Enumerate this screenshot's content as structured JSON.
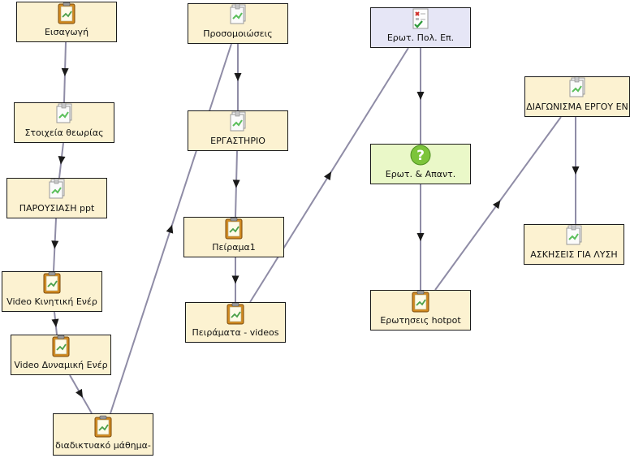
{
  "diagram": {
    "colors": {
      "node_fill": "#fcf2d1",
      "gate_fill": "#e6e6f6",
      "qa_fill": "#eaf8c8",
      "edge": "#8f8ca6",
      "arrow": "#1a1a1a"
    },
    "nodes": [
      {
        "id": "n1",
        "label": "Εισαγωγή",
        "icon": "lesson-icon"
      },
      {
        "id": "n2",
        "label": "Στοιχεία θεωρίας",
        "icon": "resource-icon"
      },
      {
        "id": "n3",
        "label": "ΠΑΡΟΥΣΙΑΣΗ ppt",
        "icon": "resource-icon"
      },
      {
        "id": "n4",
        "label": "Video Κινητική Ενέρ",
        "icon": "lesson-icon"
      },
      {
        "id": "n5",
        "label": "Video Δυναμική Ενέρ",
        "icon": "lesson-icon"
      },
      {
        "id": "n6",
        "label": "διαδικτυακό μάθημα-",
        "icon": "lesson-icon"
      },
      {
        "id": "n7",
        "label": "Προσομοιώσεις",
        "icon": "resource-icon"
      },
      {
        "id": "n8",
        "label": "ΕΡΓΑΣΤΗΡΙΟ",
        "icon": "resource-icon"
      },
      {
        "id": "n9",
        "label": "Πείραμα1",
        "icon": "lesson-icon"
      },
      {
        "id": "n10",
        "label": "Πειράματα - videos",
        "icon": "lesson-icon"
      },
      {
        "id": "n11",
        "label": "Ερωτ. Πολ. Επ.",
        "icon": "multiple-choice-icon"
      },
      {
        "id": "n12",
        "label": "Ερωτ. & Απαντ.",
        "icon": "question-icon"
      },
      {
        "id": "n13",
        "label": "Ερωτησεις hotpot",
        "icon": "lesson-icon"
      },
      {
        "id": "n14",
        "label": "ΔΙΑΓΩΝΙΣΜΑ ΕΡΓΟΥ ΕΝ",
        "icon": "resource-icon"
      },
      {
        "id": "n15",
        "label": "ΑΣΚΗΣΕΙΣ ΓΙΑ ΛΥΣΗ",
        "icon": "resource-icon"
      }
    ],
    "edges": [
      [
        "n1",
        "n2"
      ],
      [
        "n2",
        "n3"
      ],
      [
        "n3",
        "n4"
      ],
      [
        "n4",
        "n5"
      ],
      [
        "n5",
        "n6"
      ],
      [
        "n6",
        "n7"
      ],
      [
        "n7",
        "n8"
      ],
      [
        "n8",
        "n9"
      ],
      [
        "n9",
        "n10"
      ],
      [
        "n10",
        "n11"
      ],
      [
        "n11",
        "n12"
      ],
      [
        "n12",
        "n13"
      ],
      [
        "n13",
        "n14"
      ],
      [
        "n14",
        "n15"
      ]
    ]
  }
}
